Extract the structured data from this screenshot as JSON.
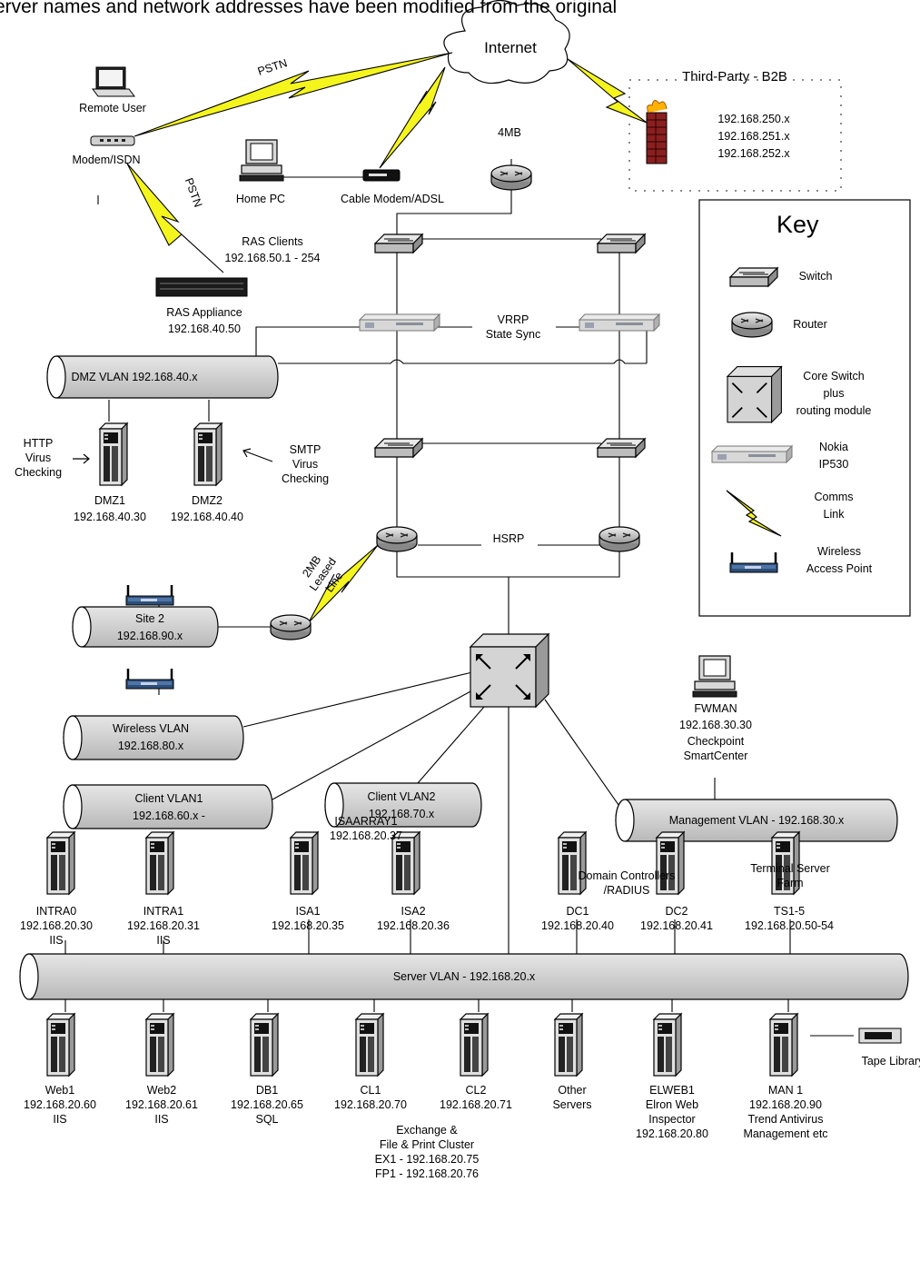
{
  "banner": "Server names and network addresses have been modified from the original",
  "internet": "Internet",
  "third_party": {
    "title": "Third-Party - B2B",
    "addresses": [
      "192.168.250.x",
      "192.168.251.x",
      "192.168.252.x"
    ]
  },
  "links": {
    "pstn_top": "PSTN",
    "pstn_left": "PSTN",
    "four_mb": "4MB",
    "two_mb": "2MB\nLeased\nLine"
  },
  "remote": {
    "user": "Remote User",
    "modem": "Modem/ISDN",
    "home_pc": "Home PC",
    "cable_modem": "Cable Modem/ADSL"
  },
  "ras": {
    "clients_title": "RAS Clients",
    "clients_range": "192.168.50.1 - 254",
    "appliance": "RAS Appliance",
    "appliance_ip": "192.168.40.50"
  },
  "vrrp": "VRRP\nState Sync",
  "hsrp": "HSRP",
  "dmz": {
    "vlan": "DMZ  VLAN 192.168.40.x",
    "http_note": "HTTP\nVirus\nChecking",
    "smtp_note": "SMTP\nVirus\nChecking",
    "servers": [
      {
        "name": "DMZ1",
        "ip": "192.168.40.30"
      },
      {
        "name": "DMZ2",
        "ip": "192.168.40.40"
      }
    ]
  },
  "vlans": {
    "site2": {
      "name": "Site 2",
      "ip": "192.168.90.x"
    },
    "wireless": {
      "name": "Wireless VLAN",
      "ip": "192.168.80.x"
    },
    "client1": {
      "name": "Client VLAN1",
      "ip": "192.168.60.x -"
    },
    "client2": {
      "name": "Client VLAN2",
      "ip": "192.168.70.x"
    },
    "management": "Management VLAN - 192.168.30.x",
    "server": "Server VLAN - 192.168.20.x"
  },
  "fwman": {
    "name": "FWMAN",
    "ip": "192.168.30.30",
    "desc": "Checkpoint\nSmartCenter"
  },
  "key": {
    "title": "Key",
    "items": [
      {
        "icon": "switch",
        "label": "Switch"
      },
      {
        "icon": "router",
        "label": "Router"
      },
      {
        "icon": "core-switch",
        "label": "Core Switch\nplus\nrouting module"
      },
      {
        "icon": "nokia",
        "label": "Nokia\nIP530"
      },
      {
        "icon": "comms-link",
        "label": "Comms\nLink"
      },
      {
        "icon": "wireless-ap",
        "label": "Wireless\nAccess Point"
      }
    ]
  },
  "groups": {
    "isaarray": "ISAARRAY1\n192.168.20.37",
    "dc": "Domain Controllers\n/RADIUS",
    "ts": "Terminal Server\nFarm",
    "cluster": "Exchange &\nFile & Print Cluster\nEX1 - 192.168.20.75\nFP1 - 192.168.20.76"
  },
  "upper_servers": [
    {
      "label": "INTRA0\n192.168.20.30\nIIS"
    },
    {
      "label": "INTRA1\n192.168.20.31\nIIS"
    },
    {
      "label": "ISA1\n192.168.20.35"
    },
    {
      "label": "ISA2\n192.168.20.36"
    },
    {
      "label": "DC1\n192.168.20.40"
    },
    {
      "label": "DC2\n192.168.20.41"
    },
    {
      "label": "TS1-5\n192.168.20.50-54"
    }
  ],
  "lower_servers": [
    {
      "label": "Web1\n192.168.20.60\nIIS"
    },
    {
      "label": "Web2\n192.168.20.61\nIIS"
    },
    {
      "label": "DB1\n192.168.20.65\nSQL"
    },
    {
      "label": "CL1\n192.168.20.70"
    },
    {
      "label": "CL2\n192.168.20.71"
    },
    {
      "label": "Other\nServers"
    },
    {
      "label": "ELWEB1\nElron Web\nInspector\n192.168.20.80"
    },
    {
      "label": "MAN 1\n192.168.20.90\nTrend Antivirus\nManagement etc"
    }
  ],
  "tape_library": "Tape Library"
}
